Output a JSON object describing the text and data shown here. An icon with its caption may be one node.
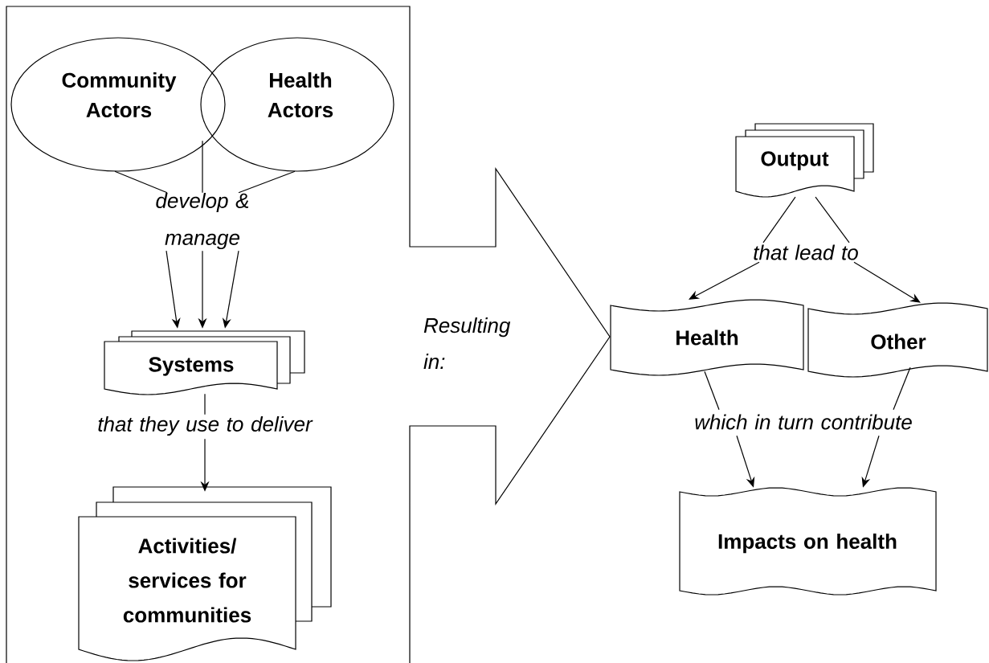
{
  "diagram": {
    "nodes": [
      {
        "text": [
          "Resulting in:"
        ]
      },
      {
        "text": [
          "Community Actors"
        ],
        "in": 0
      },
      {
        "text": [
          "Health Actors"
        ],
        "in": 0
      },
      {
        "text": [
          "develop & manage"
        ],
        "in": 0
      },
      {
        "text": [
          "Systems"
        ],
        "in": 0
      },
      {
        "text": [
          "that they use to deliver"
        ],
        "in": 0
      },
      {
        "text": [
          "Activities/ services for communities"
        ],
        "in": 0
      },
      {
        "text": [
          "Output"
        ]
      },
      {
        "text": [
          "that lead to"
        ]
      },
      {
        "text": [
          "Health"
        ]
      },
      {
        "text": [
          "Other"
        ]
      },
      {
        "text": [
          "which in turn contribute"
        ]
      },
      {
        "text": [
          "Impacts on health"
        ]
      }
    ],
    "edges": [
      {
        "from": 1,
        "to": 3,
        "arrow": "none"
      },
      {
        "from": 1,
        "to": 3,
        "arrow": "none"
      },
      {
        "from": 2,
        "to": 3,
        "arrow": "none"
      },
      {
        "from": 3,
        "to": 4,
        "arrow": "to"
      },
      {
        "from": 3,
        "to": 4,
        "arrow": "to"
      },
      {
        "from": 3,
        "to": 4,
        "arrow": "to"
      },
      {
        "from": 4,
        "to": 5,
        "arrow": "none"
      },
      {
        "from": 5,
        "to": 6,
        "arrow": "to"
      },
      {
        "from": 7,
        "to": 8,
        "arrow": "none"
      },
      {
        "from": 7,
        "to": 8,
        "arrow": "none"
      },
      {
        "from": 8,
        "to": 9,
        "arrow": "to"
      },
      {
        "from": 8,
        "to": 10,
        "arrow": "to"
      },
      {
        "from": 9,
        "to": 11,
        "arrow": "none"
      },
      {
        "from": 10,
        "to": 11,
        "arrow": "none"
      },
      {
        "from": 11,
        "to": 12,
        "arrow": "to"
      },
      {
        "from": 11,
        "to": 12,
        "arrow": "to"
      }
    ]
  }
}
